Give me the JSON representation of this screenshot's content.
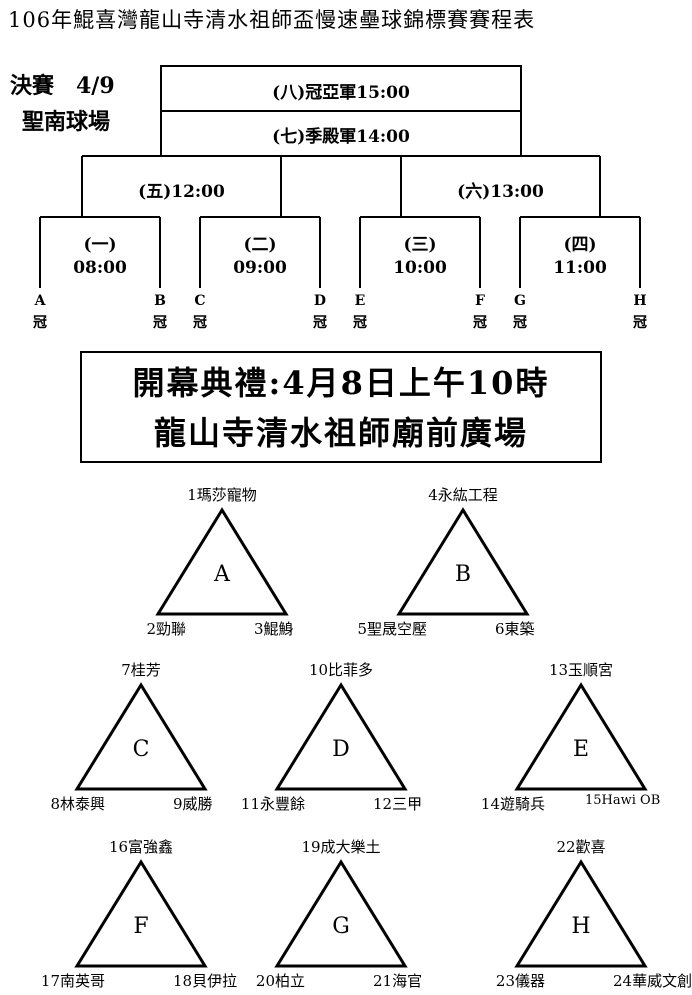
{
  "title": "106年鯤喜灣龍山寺清水祖師盃慢速壘球錦標賽賽程表",
  "final_label": "決賽　4/9",
  "venue": "聖南球場",
  "bracket": {
    "final_game": "(八)冠亞軍15:00",
    "third_game": "(七)季殿軍14:00",
    "semi_left": "(五)12:00",
    "semi_right": "(六)13:00",
    "quarters": [
      {
        "num": "(一)",
        "time": "08:00"
      },
      {
        "num": "(二)",
        "time": "09:00"
      },
      {
        "num": "(三)",
        "time": "10:00"
      },
      {
        "num": "(四)",
        "time": "11:00"
      }
    ],
    "seeds": [
      {
        "letter": "A",
        "mark": "冠"
      },
      {
        "letter": "B",
        "mark": "冠"
      },
      {
        "letter": "C",
        "mark": "冠"
      },
      {
        "letter": "D",
        "mark": "冠"
      },
      {
        "letter": "E",
        "mark": "冠"
      },
      {
        "letter": "F",
        "mark": "冠"
      },
      {
        "letter": "G",
        "mark": "冠"
      },
      {
        "letter": "H",
        "mark": "冠"
      }
    ]
  },
  "ceremony": {
    "line1": "開幕典禮:4月8日上午10時",
    "line2": "龍山寺清水祖師廟前廣場"
  },
  "groups": [
    {
      "letter": "A",
      "top": "1瑪莎寵物",
      "left": "2勁聯",
      "right": "3鯤鯓"
    },
    {
      "letter": "B",
      "top": "4永紘工程",
      "left": "5聖晟空壓",
      "right": "6東築"
    },
    {
      "letter": "C",
      "top": "7桂芳",
      "left": "8林泰興",
      "right": "9威勝"
    },
    {
      "letter": "D",
      "top": "10比菲多",
      "left": "11永豐餘",
      "right": "12三甲"
    },
    {
      "letter": "E",
      "top": "13玉順宮",
      "left": "14遊騎兵",
      "right": "15Hawi OB"
    },
    {
      "letter": "F",
      "top": "16富強鑫",
      "left": "17南英哥",
      "right": "18貝伊拉"
    },
    {
      "letter": "G",
      "top": "19成大樂土",
      "left": "20柏立",
      "right": "21海官"
    },
    {
      "letter": "H",
      "top": "22歡喜",
      "left": "23儀器",
      "right": "24華威文創"
    }
  ]
}
